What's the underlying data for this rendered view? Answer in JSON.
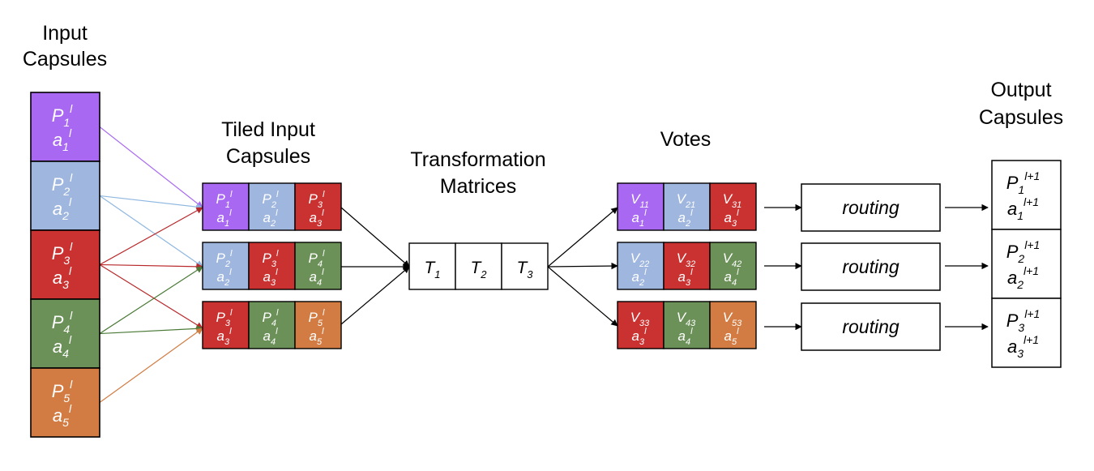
{
  "colors": {
    "purple": "#a868f2",
    "blue": "#9fb6de",
    "red": "#c93230",
    "green": "#6b9158",
    "orange": "#d27c43",
    "outline": "#000000",
    "text_light": "#ffffff",
    "text_dark": "#000000",
    "edge_purple": "#a868f2",
    "edge_blue": "#8fb7e0",
    "edge_red": "#b8282a",
    "edge_green": "#4a7a36",
    "edge_orange": "#d27c43"
  },
  "titles": {
    "input_capsules": [
      "Input",
      "Capsules"
    ],
    "tiled_input_capsules": [
      "Tiled Input",
      "Capsules"
    ],
    "transformation_matrices": [
      "Transformation",
      "Matrices"
    ],
    "votes": [
      "Votes"
    ],
    "output_capsules": [
      "Output",
      "Capsules"
    ]
  },
  "input_capsules": [
    {
      "p": "P",
      "p_sub": "1",
      "p_sup": "l",
      "a": "a",
      "a_sub": "1",
      "a_sup": "l",
      "color": "purple"
    },
    {
      "p": "P",
      "p_sub": "2",
      "p_sup": "l",
      "a": "a",
      "a_sub": "2",
      "a_sup": "l",
      "color": "blue"
    },
    {
      "p": "P",
      "p_sub": "3",
      "p_sup": "l",
      "a": "a",
      "a_sub": "3",
      "a_sup": "l",
      "color": "red"
    },
    {
      "p": "P",
      "p_sub": "4",
      "p_sup": "l",
      "a": "a",
      "a_sub": "4",
      "a_sup": "l",
      "color": "green"
    },
    {
      "p": "P",
      "p_sub": "5",
      "p_sup": "l",
      "a": "a",
      "a_sub": "5",
      "a_sup": "l",
      "color": "orange"
    }
  ],
  "tiled_rows": [
    [
      {
        "p_sub": "1",
        "sup": "l",
        "a_sub": "1",
        "color": "purple"
      },
      {
        "p_sub": "2",
        "sup": "l",
        "a_sub": "2",
        "color": "blue"
      },
      {
        "p_sub": "3",
        "sup": "l",
        "a_sub": "3",
        "color": "red"
      }
    ],
    [
      {
        "p_sub": "2",
        "sup": "l",
        "a_sub": "2",
        "color": "blue"
      },
      {
        "p_sub": "3",
        "sup": "l",
        "a_sub": "3",
        "color": "red"
      },
      {
        "p_sub": "4",
        "sup": "l",
        "a_sub": "4",
        "color": "green"
      }
    ],
    [
      {
        "p_sub": "3",
        "sup": "l",
        "a_sub": "3",
        "color": "red"
      },
      {
        "p_sub": "4",
        "sup": "l",
        "a_sub": "4",
        "color": "green"
      },
      {
        "p_sub": "5",
        "sup": "l",
        "a_sub": "5",
        "color": "orange"
      }
    ]
  ],
  "transformation_matrices": [
    {
      "t": "T",
      "sub": "1"
    },
    {
      "t": "T",
      "sub": "2"
    },
    {
      "t": "T",
      "sub": "3"
    }
  ],
  "votes_rows": [
    [
      {
        "v": "V",
        "v_sub": "11",
        "a_sub": "1",
        "sup": "l",
        "color": "purple"
      },
      {
        "v": "V",
        "v_sub": "21",
        "a_sub": "2",
        "sup": "l",
        "color": "blue"
      },
      {
        "v": "V",
        "v_sub": "31",
        "a_sub": "3",
        "sup": "l",
        "color": "red"
      }
    ],
    [
      {
        "v": "V",
        "v_sub": "22",
        "a_sub": "2",
        "sup": "l",
        "color": "blue"
      },
      {
        "v": "V",
        "v_sub": "32",
        "a_sub": "3",
        "sup": "l",
        "color": "red"
      },
      {
        "v": "V",
        "v_sub": "42",
        "a_sub": "4",
        "sup": "l",
        "color": "green"
      }
    ],
    [
      {
        "v": "V",
        "v_sub": "33",
        "a_sub": "3",
        "sup": "l",
        "color": "red"
      },
      {
        "v": "V",
        "v_sub": "43",
        "a_sub": "4",
        "sup": "l",
        "color": "green"
      },
      {
        "v": "V",
        "v_sub": "53",
        "a_sub": "5",
        "sup": "l",
        "color": "orange"
      }
    ]
  ],
  "routing_labels": [
    "routing",
    "routing",
    "routing"
  ],
  "output_capsules": [
    {
      "p": "P",
      "p_sub": "1",
      "sup": "l+1",
      "a": "a",
      "a_sub": "1"
    },
    {
      "p": "P",
      "p_sub": "2",
      "sup": "l+1",
      "a": "a",
      "a_sub": "2"
    },
    {
      "p": "P",
      "p_sub": "3",
      "sup": "l+1",
      "a": "a",
      "a_sub": "3"
    }
  ],
  "connections": [
    {
      "from_capsule": 1,
      "to_tiled_row": 1,
      "color": "edge_purple"
    },
    {
      "from_capsule": 2,
      "to_tiled_row": 1,
      "color": "edge_blue"
    },
    {
      "from_capsule": 2,
      "to_tiled_row": 2,
      "color": "edge_blue"
    },
    {
      "from_capsule": 3,
      "to_tiled_row": 1,
      "color": "edge_red"
    },
    {
      "from_capsule": 3,
      "to_tiled_row": 2,
      "color": "edge_red"
    },
    {
      "from_capsule": 3,
      "to_tiled_row": 3,
      "color": "edge_red"
    },
    {
      "from_capsule": 4,
      "to_tiled_row": 2,
      "color": "edge_green"
    },
    {
      "from_capsule": 4,
      "to_tiled_row": 3,
      "color": "edge_green"
    },
    {
      "from_capsule": 5,
      "to_tiled_row": 3,
      "color": "edge_orange"
    }
  ]
}
